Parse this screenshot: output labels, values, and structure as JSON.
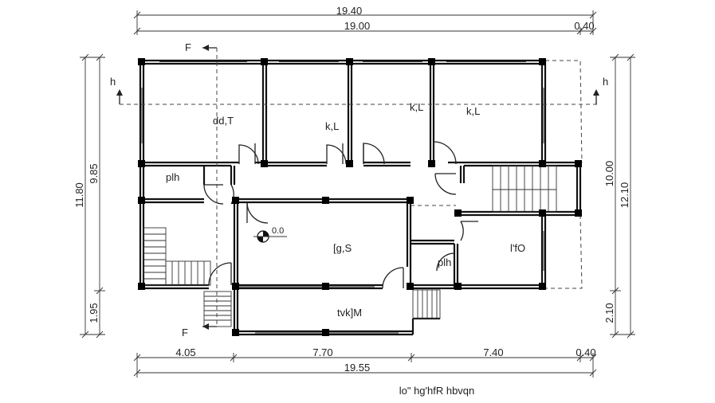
{
  "dimensions": {
    "top_total": "19.40",
    "top_main": "19.00",
    "top_right": "0.40",
    "bottom_1": "4.05",
    "bottom_2": "7.70",
    "bottom_3": "7.40",
    "bottom_4": "0.40",
    "bottom_total": "19.55",
    "left_outer": "11.80",
    "left_inner": "9.85",
    "left_bottom": "1.95",
    "right_inner": "10.00",
    "right_outer": "12.10",
    "right_bottom": "2.10"
  },
  "rooms": {
    "room_1": "dd,T",
    "room_2": "k,L",
    "room_3": "k,L",
    "room_4": "k,L",
    "wc_left": "plh",
    "hall": "[g,S",
    "wc_right": "plh",
    "kitchen": "l'fO",
    "verandah": "tvk]M"
  },
  "level_mark": "0.0",
  "section_marks": {
    "top_left": "F",
    "bottom_left": "F",
    "left_h": "h",
    "right_h": "h"
  },
  "caption": "lo\" hg'hfR hbvqn"
}
